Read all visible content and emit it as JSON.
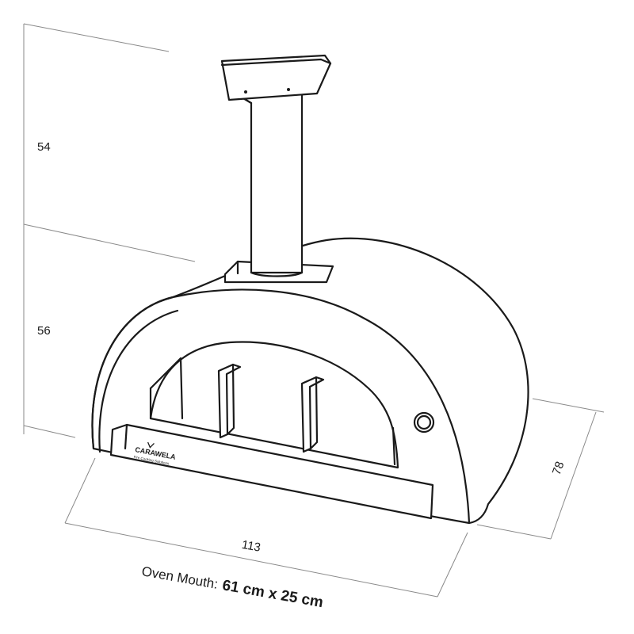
{
  "dimensions": {
    "chimney_height": "54",
    "body_height": "56",
    "width": "113",
    "depth": "78"
  },
  "caption": {
    "prefix": "Oven Mouth:",
    "value": "61 cm x 25 cm"
  },
  "brand": {
    "name": "CARAWELA",
    "tagline": "Fire Cooking Solutions"
  },
  "colors": {
    "line": "#1a1a1a",
    "dimension_line": "#8a8a8a",
    "background": "#ffffff"
  }
}
